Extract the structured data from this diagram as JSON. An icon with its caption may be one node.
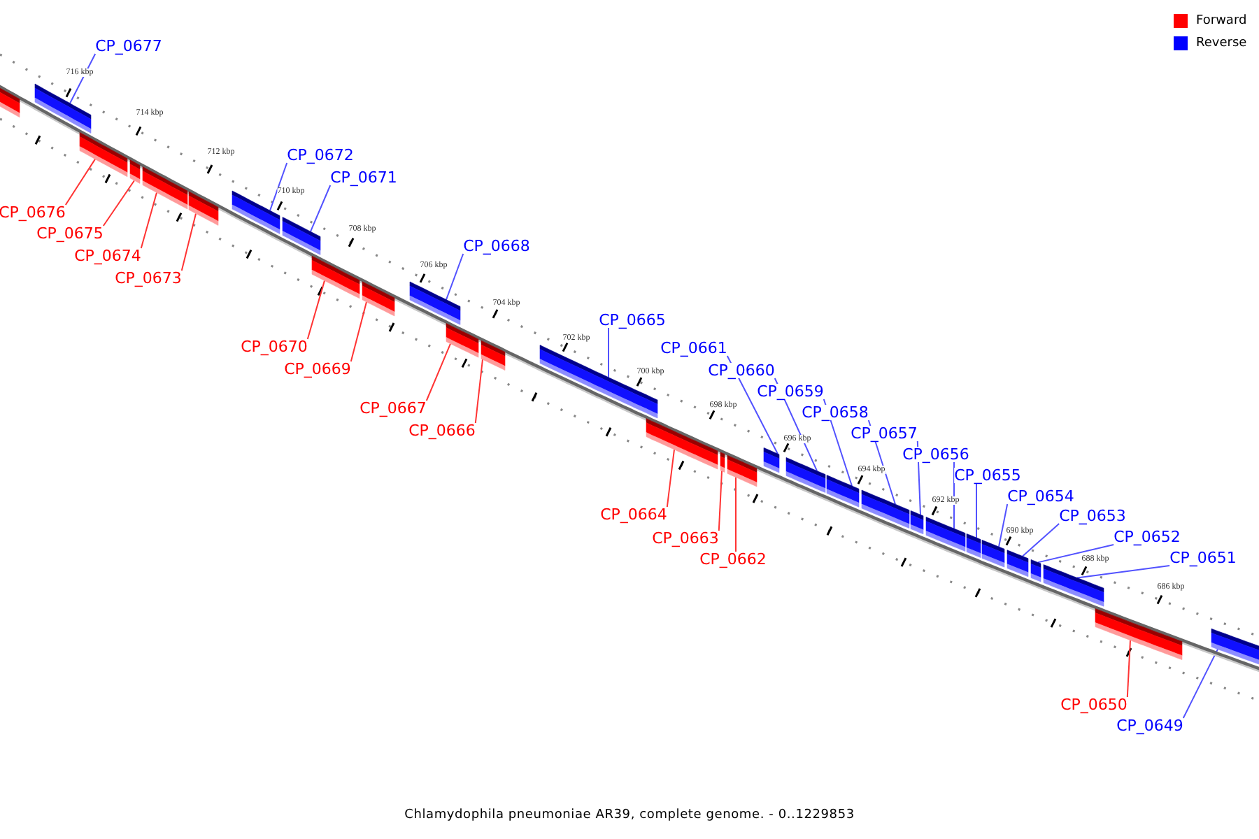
{
  "diagram": {
    "caption": "Chlamydophila pneumoniae AR39, complete genome. - 0..1229853",
    "nodes": [
      {
        "text": [],
        "shape": "bar"
      },
      {
        "text": [
          "CP_0677"
        ]
      },
      {
        "text": [],
        "shape": "bar"
      },
      {
        "text": [
          "CP_0676"
        ]
      },
      {
        "text": [],
        "shape": "bar"
      },
      {
        "text": [
          "CP_0675"
        ]
      },
      {
        "text": [],
        "shape": "bar"
      },
      {
        "text": [
          "CP_0674"
        ]
      },
      {
        "text": [],
        "shape": "bar"
      },
      {
        "text": [
          "CP_0673"
        ]
      },
      {
        "text": [],
        "shape": "bar"
      },
      {
        "text": [
          "CP_0672"
        ]
      },
      {
        "text": [],
        "shape": "bar"
      },
      {
        "text": [
          "CP_0671"
        ]
      },
      {
        "text": [],
        "shape": "bar"
      },
      {
        "text": [
          "CP_0670"
        ]
      },
      {
        "text": [],
        "shape": "bar"
      },
      {
        "text": [
          "CP_0669"
        ]
      },
      {
        "text": [],
        "shape": "bar"
      },
      {
        "text": [
          "CP_0668"
        ]
      },
      {
        "text": [],
        "shape": "bar"
      },
      {
        "text": [
          "CP_0667"
        ]
      },
      {
        "text": [],
        "shape": "bar"
      },
      {
        "text": [
          "CP_0666"
        ]
      },
      {
        "text": [],
        "shape": "bar"
      },
      {
        "text": [
          "CP_0665"
        ]
      },
      {
        "text": [],
        "shape": "bar"
      },
      {
        "text": [
          "CP_0664"
        ]
      },
      {
        "text": [],
        "shape": "bar"
      },
      {
        "text": [
          "CP_0663"
        ]
      },
      {
        "text": [],
        "shape": "bar"
      },
      {
        "text": [
          "CP_0662"
        ]
      },
      {
        "text": [],
        "shape": "bar"
      },
      {
        "text": [
          "CP_0661"
        ]
      },
      {
        "text": [],
        "shape": "bar"
      },
      {
        "text": [
          "CP_0660"
        ]
      },
      {
        "text": [],
        "shape": "bar"
      },
      {
        "text": [
          "CP_0659"
        ]
      },
      {
        "text": [],
        "shape": "bar"
      },
      {
        "text": [
          "CP_0658"
        ]
      },
      {
        "text": [],
        "shape": "bar"
      },
      {
        "text": [
          "CP_0657"
        ]
      },
      {
        "text": [],
        "shape": "bar"
      },
      {
        "text": [
          "CP_0656"
        ]
      },
      {
        "text": [],
        "shape": "bar"
      },
      {
        "text": [
          "CP_0655"
        ]
      },
      {
        "text": [],
        "shape": "bar"
      },
      {
        "text": [
          "CP_0654"
        ]
      },
      {
        "text": [],
        "shape": "bar"
      },
      {
        "text": [
          "CP_0653"
        ]
      },
      {
        "text": [],
        "shape": "bar"
      },
      {
        "text": [
          "CP_0652"
        ]
      },
      {
        "text": [],
        "shape": "bar"
      },
      {
        "text": [
          "CP_0651"
        ]
      },
      {
        "text": [],
        "shape": "bar"
      },
      {
        "text": [
          "CP_0650"
        ]
      },
      {
        "text": [],
        "shape": "bar"
      },
      {
        "text": [
          "CP_0649"
        ]
      },
      {
        "text": [],
        "shape": "bar"
      }
    ],
    "edges": [
      {
        "from": 1,
        "to": 2,
        "arrow": "none"
      },
      {
        "from": 3,
        "to": 4,
        "arrow": "none",
        "color": "#ff3333"
      },
      {
        "from": 5,
        "to": 6,
        "arrow": "none",
        "color": "#ff3333"
      },
      {
        "from": 7,
        "to": 8,
        "arrow": "none",
        "color": "#ff3333"
      },
      {
        "from": 9,
        "to": 10,
        "arrow": "none",
        "color": "#ff3333"
      },
      {
        "from": 11,
        "to": 12,
        "arrow": "none"
      },
      {
        "from": 13,
        "to": 14,
        "arrow": "none"
      },
      {
        "from": 15,
        "to": 16,
        "arrow": "none",
        "color": "#ff3333"
      },
      {
        "from": 17,
        "to": 18,
        "arrow": "none",
        "color": "#ff3333"
      },
      {
        "from": 19,
        "to": 20,
        "arrow": "none"
      },
      {
        "from": 21,
        "to": 22,
        "arrow": "none",
        "color": "#ff3333"
      },
      {
        "from": 23,
        "to": 24,
        "arrow": "none",
        "color": "#ff3333"
      },
      {
        "from": 25,
        "to": 26,
        "arrow": "none"
      },
      {
        "from": 27,
        "to": 28,
        "arrow": "none",
        "color": "#ff3333"
      },
      {
        "from": 29,
        "to": 30,
        "arrow": "none",
        "color": "#ff3333"
      },
      {
        "from": 31,
        "to": 32,
        "arrow": "none",
        "color": "#ff3333"
      },
      {
        "from": 33,
        "to": 34,
        "arrow": "none"
      },
      {
        "from": 35,
        "to": 36,
        "arrow": "none"
      },
      {
        "from": 37,
        "to": 38,
        "arrow": "none"
      },
      {
        "from": 39,
        "to": 40,
        "arrow": "none"
      },
      {
        "from": 41,
        "to": 42,
        "arrow": "none"
      },
      {
        "from": 43,
        "to": 44,
        "arrow": "none"
      },
      {
        "from": 45,
        "to": 46,
        "arrow": "none"
      },
      {
        "from": 47,
        "to": 48,
        "arrow": "none"
      },
      {
        "from": 49,
        "to": 50,
        "arrow": "none"
      },
      {
        "from": 51,
        "to": 52,
        "arrow": "none"
      },
      {
        "from": 53,
        "to": 54,
        "arrow": "none"
      },
      {
        "from": 55,
        "to": 56,
        "arrow": "none",
        "color": "#ff3333"
      },
      {
        "from": 57,
        "to": 58,
        "arrow": "none"
      }
    ],
    "labels": [
      "716 kbp",
      "714 kbp",
      "712 kbp",
      "710 kbp",
      "708 kbp",
      "706 kbp",
      "704 kbp",
      "702 kbp",
      "700 kbp",
      "698 kbp",
      "696 kbp",
      "694 kbp",
      "692 kbp",
      "690 kbp",
      "688 kbp",
      "686 kbp"
    ],
    "legend": [
      {
        "text": "Forward",
        "color": "#ff0000"
      },
      {
        "text": "Reverse",
        "color": "#0000ff"
      }
    ]
  }
}
